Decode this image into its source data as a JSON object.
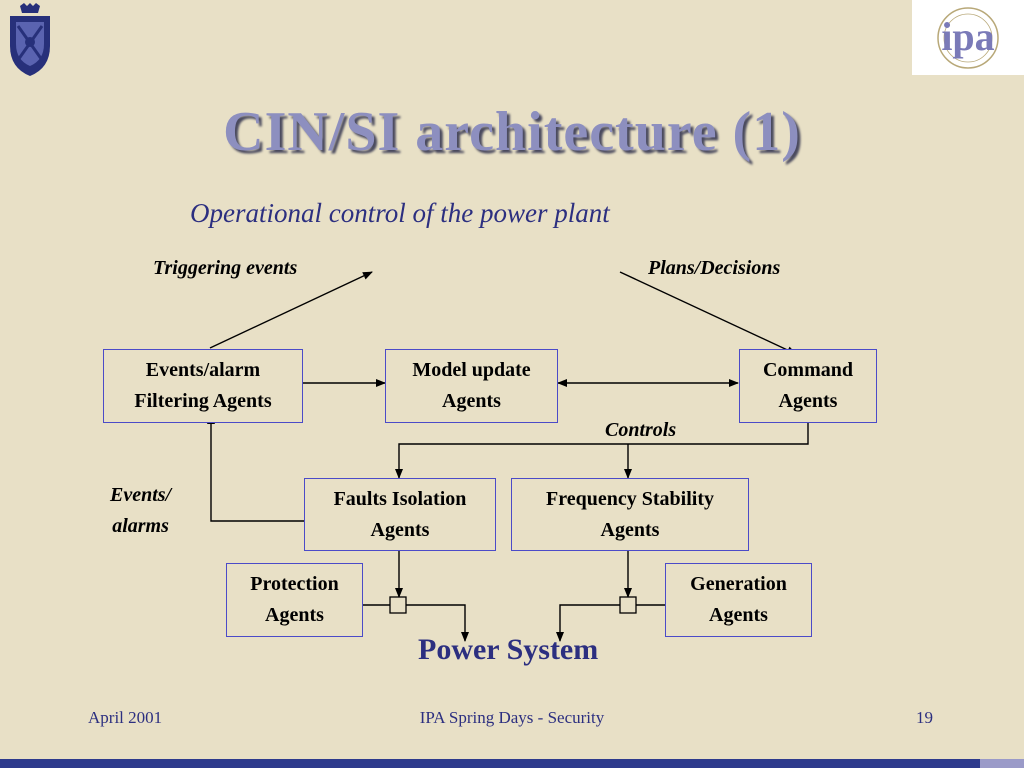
{
  "slide": {
    "title": "CIN/SI architecture (1)",
    "subtitle": "Operational control of the power plant"
  },
  "labels": {
    "triggering_events": "Triggering events",
    "plans_decisions": "Plans/Decisions",
    "controls": "Controls",
    "events_alarms_1": "Events/",
    "events_alarms_2": "alarms",
    "power_system": "Power System"
  },
  "boxes": {
    "events_filtering": [
      "Events/alarm",
      "Filtering Agents"
    ],
    "model_update": [
      "Model update",
      "Agents"
    ],
    "command": [
      "Command",
      "Agents"
    ],
    "faults_isolation": [
      "Faults Isolation",
      "Agents"
    ],
    "frequency_stability": [
      "Frequency Stability",
      "Agents"
    ],
    "protection": [
      "Protection",
      "Agents"
    ],
    "generation": [
      "Generation",
      "Agents"
    ]
  },
  "footer": {
    "date": "April 2001",
    "center": "IPA Spring Days - Security",
    "page": "19"
  },
  "logos": {
    "left": "university-crest",
    "right_text": "ipa"
  },
  "colors": {
    "background": "#e8e0c6",
    "title": "#8d8fbf",
    "accent": "#2c2f80",
    "box_border": "#4b4bc8"
  }
}
